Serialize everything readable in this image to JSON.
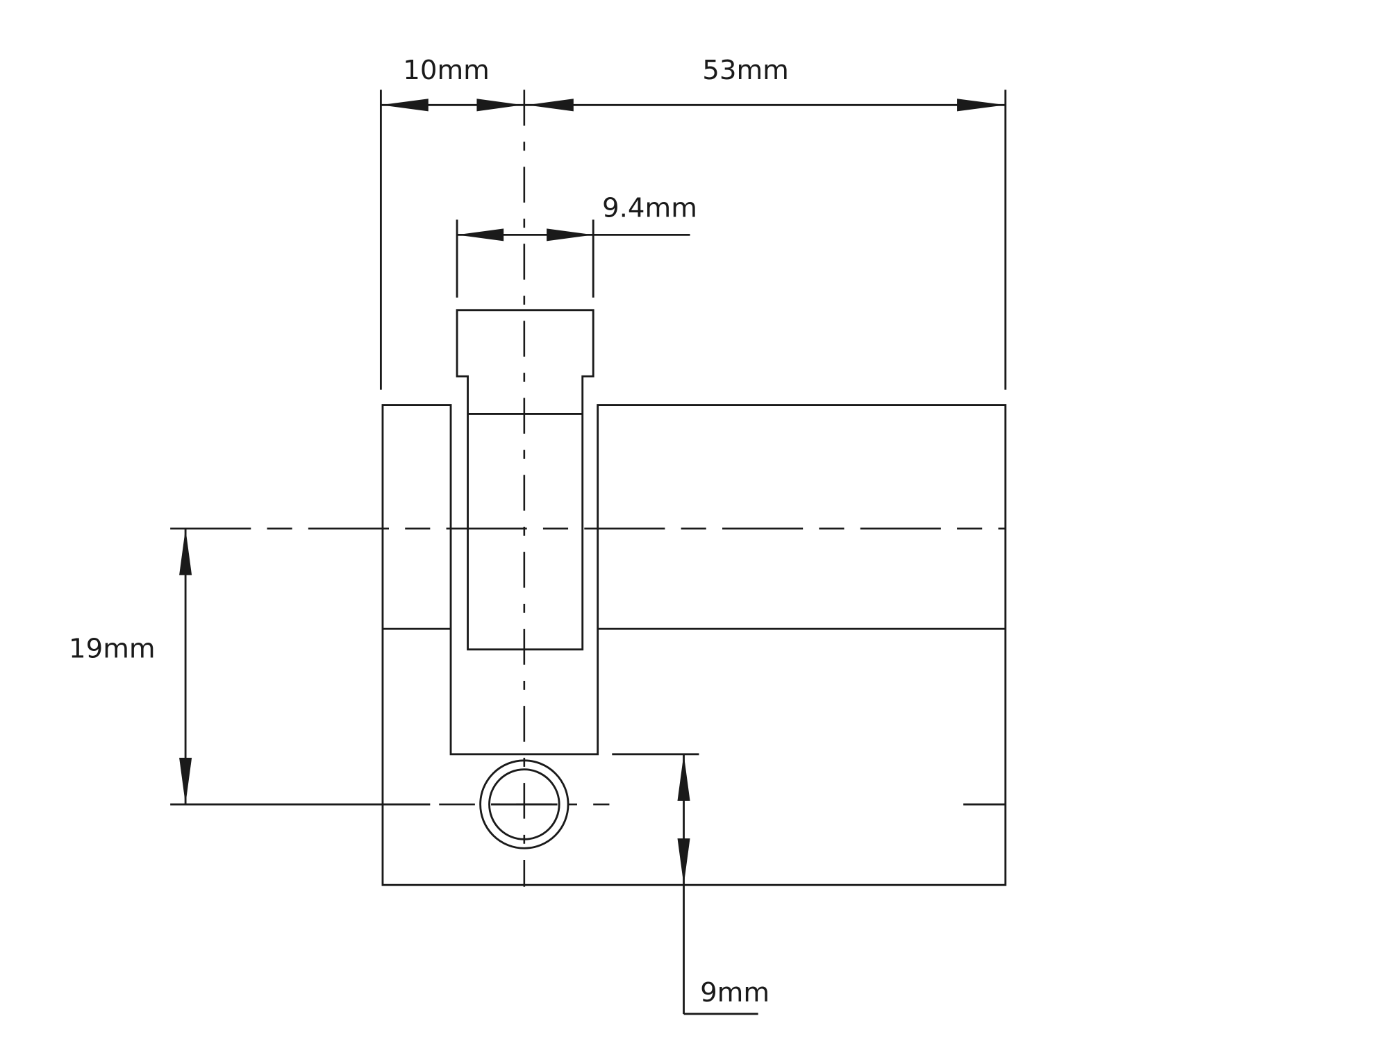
{
  "dimensions": {
    "left_width": "10mm",
    "right_width": "53mm",
    "cam_width": "9.4mm",
    "center_height": "19mm",
    "bottom_offset": "9mm"
  },
  "colors": {
    "line": "#1a1a1a",
    "background": "#ffffff"
  }
}
